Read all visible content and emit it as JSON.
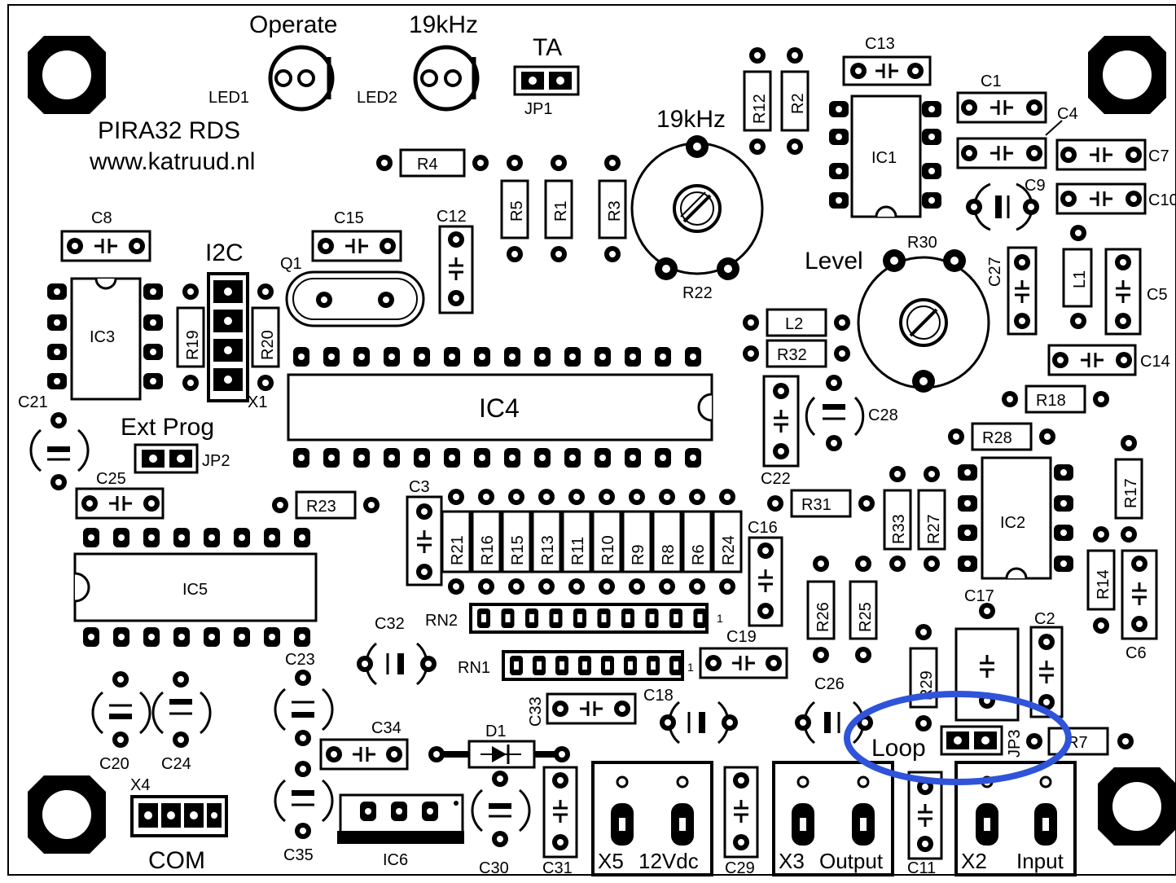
{
  "board": {
    "title": "PIRA32 RDS",
    "url": "www.katruud.nl"
  },
  "top_labels": {
    "operate": "Operate",
    "khz_led": "19kHz",
    "ta": "TA",
    "khz_pot": "19kHz",
    "level": "Level",
    "i2c": "I2C",
    "ext_prog": "Ext Prog",
    "com": "COM",
    "loop": "Loop"
  },
  "leds": [
    "LED1",
    "LED2"
  ],
  "jumpers": [
    "JP1",
    "JP2",
    "JP3"
  ],
  "ics": [
    "IC1",
    "IC2",
    "IC3",
    "IC4",
    "IC5",
    "IC6"
  ],
  "resistors_row": [
    "R21",
    "R16",
    "R15",
    "R13",
    "R11",
    "R10",
    "R9",
    "R8",
    "R6",
    "R24"
  ],
  "resistors": {
    "r1": "R1",
    "r2": "R2",
    "r3": "R3",
    "r4": "R4",
    "r5": "R5",
    "r7": "R7",
    "r12": "R12",
    "r14": "R14",
    "r17": "R17",
    "r18": "R18",
    "r19": "R19",
    "r20": "R20",
    "r23": "R23",
    "r25": "R25",
    "r26": "R26",
    "r27": "R27",
    "r28": "R28",
    "r29": "R29",
    "r31": "R31",
    "r32": "R32",
    "r33": "R33"
  },
  "pots": {
    "r22": "R22",
    "r30": "R30"
  },
  "capacitors": {
    "c1": "C1",
    "c2": "C2",
    "c3": "C3",
    "c4": "C4",
    "c5": "C5",
    "c6": "C6",
    "c7": "C7",
    "c8": "C8",
    "c9": "C9",
    "c10": "C10",
    "c11": "C11",
    "c12": "C12",
    "c13": "C13",
    "c14": "C14",
    "c15": "C15",
    "c16": "C16",
    "c17": "C17",
    "c18": "C18",
    "c19": "C19",
    "c20": "C20",
    "c21": "C21",
    "c22": "C22",
    "c23": "C23",
    "c24": "C24",
    "c25": "C25",
    "c26": "C26",
    "c27": "C27",
    "c28": "C28",
    "c29": "C29",
    "c30": "C30",
    "c31": "C31",
    "c32": "C32",
    "c33": "C33",
    "c34": "C34",
    "c35": "C35"
  },
  "inductors": {
    "l1": "L1",
    "l2": "L2"
  },
  "misc": {
    "q1": "Q1",
    "x1": "X1",
    "x4": "X4",
    "d1": "D1",
    "rn1": "RN1",
    "rn2": "RN2",
    "rn_pin": "1"
  },
  "connectors": {
    "x5": "X5",
    "x5_desc": "12Vdc",
    "x3": "X3",
    "x3_desc": "Output",
    "x2": "X2",
    "x2_desc": "Input"
  },
  "colors": {
    "highlight": "#2F54D9",
    "ink": "#000000",
    "paper": "#FFFFFF"
  }
}
